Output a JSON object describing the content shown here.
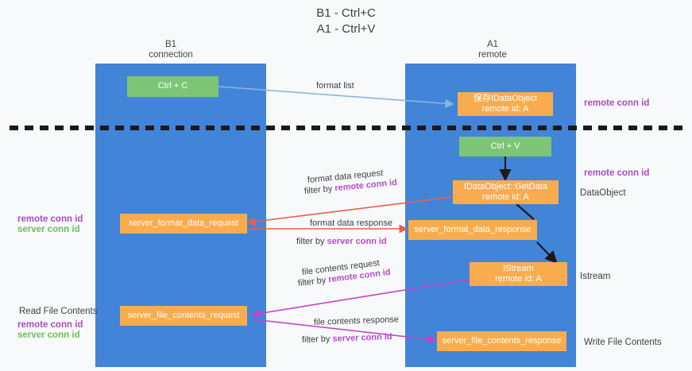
{
  "title": {
    "line1": "B1 - Ctrl+C",
    "line2": "A1 - Ctrl+V"
  },
  "lanes": [
    {
      "id": "b1",
      "name": "B1",
      "sub": "connection",
      "color": "#4285d8"
    },
    {
      "id": "a1",
      "name": "A1",
      "sub": "remote",
      "color": "#4285d8"
    }
  ],
  "nodes": {
    "ctrl_c": {
      "line1": "Ctrl + C",
      "color": "#7cc576"
    },
    "ctrl_v": {
      "line1": "Ctrl + V",
      "color": "#7cc576"
    },
    "save_idataobject": {
      "line1": "保存IDataObject",
      "line2": "remote id: A",
      "color": "#f9ac4e"
    },
    "getdata": {
      "line1": "IDataObject::GetData",
      "line2": "remote id: A",
      "color": "#f9ac4e"
    },
    "istream": {
      "line1": "IStream",
      "line2": "remote id: A",
      "color": "#f9ac4e"
    },
    "server_format_data_request": {
      "line1": "server_format_data_request",
      "color": "#f9ac4e"
    },
    "server_format_data_response": {
      "line1": "server_format_data_response",
      "color": "#f9ac4e"
    },
    "server_file_contents_request": {
      "line1": "server_file_contents_request",
      "color": "#f9ac4e"
    },
    "server_file_contents_response": {
      "line1": "server_file_contents_response",
      "color": "#f9ac4e"
    }
  },
  "edge_labels": {
    "format_list": "format list",
    "format_data_request": "format data request",
    "format_data_request_filter_prefix": "filter by ",
    "format_data_request_filter_key": "remote conn id",
    "format_data_response": "format data response",
    "format_data_response_filter_prefix": "filter by ",
    "format_data_response_filter_key": "server conn id",
    "file_contents_request": "file contents request",
    "file_contents_request_filter_prefix": "filter by ",
    "file_contents_request_filter_key": "remote conn id",
    "file_contents_response": "file contents response",
    "file_contents_response_filter_prefix": "filter by ",
    "file_contents_response_filter_key": "server conn id"
  },
  "side_labels": {
    "right_remote_conn_id_top": "remote conn id",
    "right_remote_conn_id_mid": "remote conn id",
    "right_dataobject": "DataObject",
    "right_istream": "Istream",
    "right_write_file_contents": "Write File Contents",
    "left_remote_conn_id": "remote conn id",
    "left_server_conn_id": "server conn id",
    "left_read_file_contents": "Read File Contents",
    "left_remote_conn_id_2": "remote conn id",
    "left_server_conn_id_2": "server conn id"
  },
  "colors": {
    "lane": "#4285d8",
    "orange": "#f9ac4e",
    "green": "#7cc576",
    "purple": "#a64ec0",
    "green_text": "#6bbf59",
    "red_arrow": "#e8604c",
    "magenta_arrow": "#c343c9",
    "blue_arrow": "#8ab6e0",
    "divider": "#1a1a1a",
    "background": "#f8f9fa"
  }
}
